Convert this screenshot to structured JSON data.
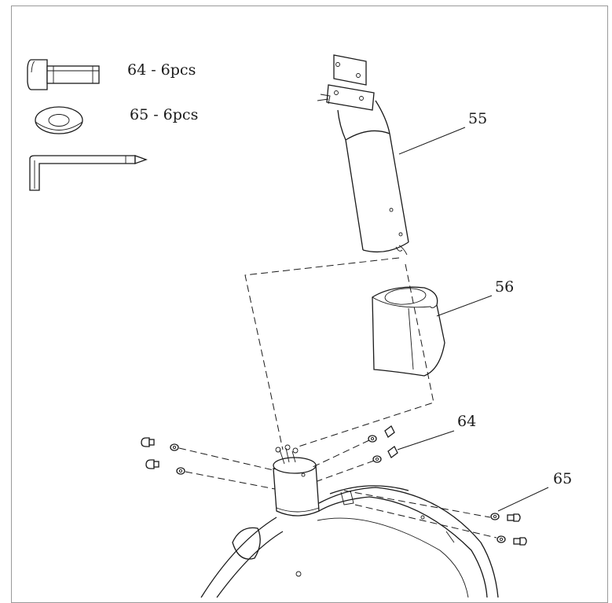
{
  "hardware_legend": [
    {
      "label": "64 - 6pcs",
      "icon": "bolt-icon"
    },
    {
      "label": "65 - 6pcs",
      "icon": "washer-icon"
    },
    {
      "label": "",
      "icon": "allen-key-icon"
    }
  ],
  "callouts": {
    "c55": "55",
    "c56": "56",
    "c64": "64",
    "c65": "65"
  }
}
